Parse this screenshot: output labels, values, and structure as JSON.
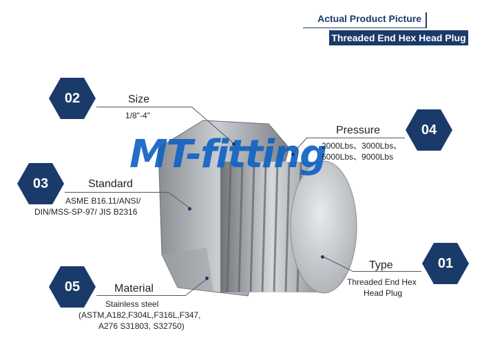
{
  "header": {
    "top_title": "Actual Product Picture",
    "bar_title": "Threaded End Hex Head Plug"
  },
  "watermark": "MT-fitting",
  "callouts": [
    {
      "num": "02",
      "title": "Size",
      "lines": [
        "1/8\"-4\""
      ]
    },
    {
      "num": "04",
      "title": "Pressure",
      "lines": [
        "2000Lbs、3000Lbs、",
        "6000Lbs、9000Lbs"
      ]
    },
    {
      "num": "03",
      "title": "Standard",
      "lines": [
        "ASME B16.11/ANSI/",
        "DIN/MSS-SP-97/ JIS B2316"
      ]
    },
    {
      "num": "01",
      "title": "Type",
      "lines": [
        "Threaded End Hex",
        "Head Plug"
      ]
    },
    {
      "num": "05",
      "title": "Material",
      "lines": [
        "Stainless steel",
        "(ASTM,A182,F304L,F316L,F347,",
        "A276 S31803, S32750)"
      ]
    }
  ],
  "colors": {
    "brand": "#1a3a6a",
    "logo": "#1163c4"
  }
}
